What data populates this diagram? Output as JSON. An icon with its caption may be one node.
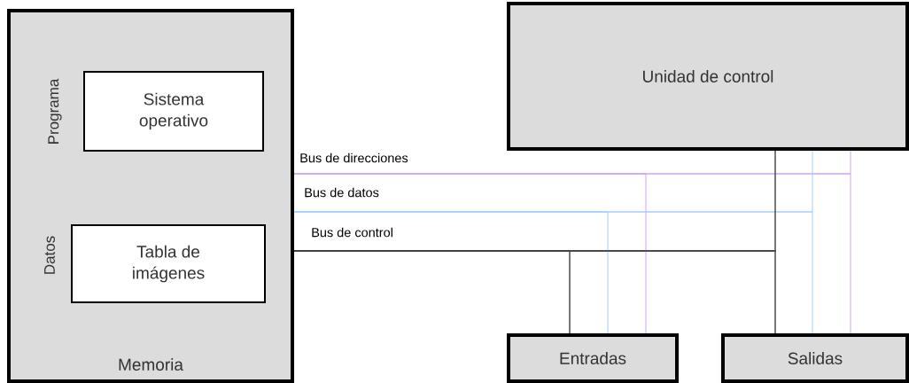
{
  "diagram": {
    "nodes": [
      {
        "text": [
          "Memoria"
        ]
      },
      {
        "text": [
          "Sistema operativo"
        ],
        "in": 0,
        "beside": [
          "Programa"
        ]
      },
      {
        "text": [
          "Tabla de imágenes"
        ],
        "in": 0,
        "beside": [
          "Datos"
        ]
      },
      {
        "text": [
          "Unidad de control"
        ]
      },
      {
        "text": [
          "Entradas"
        ]
      },
      {
        "text": [
          "Salidas"
        ]
      }
    ],
    "edges": [
      {
        "from": 0,
        "to": 3,
        "arrow": "none",
        "label": "Bus de direcciones",
        "color": "#cc99ff"
      },
      {
        "from": 0,
        "to": 4,
        "arrow": "none",
        "color": "#cc99ff"
      },
      {
        "from": 0,
        "to": 5,
        "arrow": "none",
        "color": "#cc99ff"
      },
      {
        "from": 0,
        "to": 3,
        "arrow": "none",
        "label": "Bus de datos",
        "color": "#99ccff"
      },
      {
        "from": 0,
        "to": 4,
        "arrow": "none",
        "color": "#99ccff"
      },
      {
        "from": 0,
        "to": 5,
        "arrow": "none",
        "color": "#99ccff"
      },
      {
        "from": 0,
        "to": 3,
        "arrow": "none",
        "label": "Bus de control",
        "color": "#404040"
      },
      {
        "from": 0,
        "to": 4,
        "arrow": "none",
        "color": "#404040"
      },
      {
        "from": 0,
        "to": 5,
        "arrow": "none",
        "color": "#404040"
      }
    ]
  }
}
